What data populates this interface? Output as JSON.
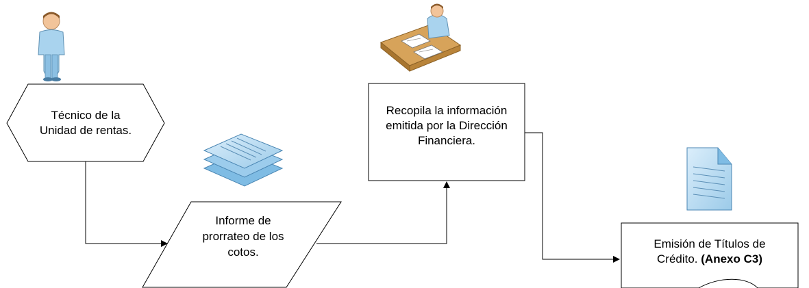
{
  "nodes": {
    "technician": {
      "line1": "Técnico de la",
      "line2": "Unidad de rentas."
    },
    "report": {
      "line1": "Informe de",
      "line2": "prorrateo de los",
      "line3": "cotos."
    },
    "collect": {
      "line1": "Recopila la información",
      "line2": "emitida por la Dirección",
      "line3": "Financiera."
    },
    "emission": {
      "line1": "Emisión de Títulos de",
      "line2_prefix": "Crédito. ",
      "line2_bold": "(Anexo C3)"
    }
  },
  "icons": {
    "technician": "person-standing-icon",
    "report": "stacked-documents-icon",
    "collect": "person-at-desk-icon",
    "emission": "document-icon"
  },
  "colors": {
    "stroke": "#000000",
    "icon_fill": "#a9d3ee",
    "icon_dark": "#6fa8cf",
    "desk": "#c8913f",
    "skin": "#f2c49a"
  }
}
